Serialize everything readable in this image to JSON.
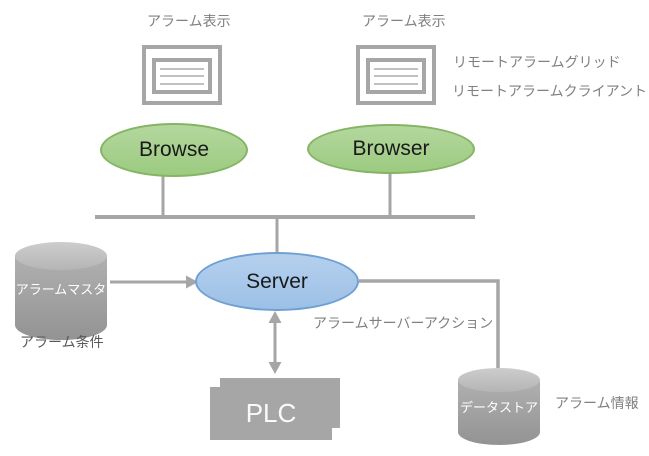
{
  "diagram": {
    "annotations": {
      "alarm_display_left": "アラーム表示",
      "alarm_display_right": "アラーム表示",
      "remote_alarm_grid": "リモートアラームグリッド",
      "remote_alarm_client": "リモートアラームクライアント",
      "alarm_condition": "アラーム条件",
      "alarm_server_action": "アラームサーバーアクション",
      "alarm_info": "アラーム情報"
    },
    "nodes": {
      "browse": {
        "label": "Browse",
        "shape": "ellipse",
        "color": "green"
      },
      "browser": {
        "label": "Browser",
        "shape": "ellipse",
        "color": "green"
      },
      "server": {
        "label": "Server",
        "shape": "ellipse",
        "color": "blue"
      },
      "alarm_master": {
        "label": "アラームマスタ",
        "shape": "cylinder",
        "color": "gray"
      },
      "data_store": {
        "label": "データストア",
        "shape": "cylinder",
        "color": "gray"
      },
      "plc": {
        "label": "PLC",
        "shape": "stacked-rectangles",
        "color": "gray"
      }
    },
    "edges": [
      {
        "from": "browse",
        "to": "network-bus",
        "style": "line"
      },
      {
        "from": "browser",
        "to": "network-bus",
        "style": "line"
      },
      {
        "from": "network-bus",
        "to": "server",
        "style": "line"
      },
      {
        "from": "alarm_master",
        "to": "server",
        "style": "arrow-right"
      },
      {
        "from": "server",
        "to": "plc",
        "style": "double-headed-arrow"
      },
      {
        "from": "server",
        "to": "data_store",
        "style": "elbow-line"
      }
    ],
    "colors": {
      "green_fill": "#a9d18e",
      "green_border": "#85b465",
      "blue_fill": "#a9c7e8",
      "blue_border": "#6fa0d2",
      "connector_gray": "#a6a6a6",
      "label_gray": "#808080",
      "label_dark_gray": "#595959",
      "cylinder_gray": "#9e9e9e"
    }
  }
}
